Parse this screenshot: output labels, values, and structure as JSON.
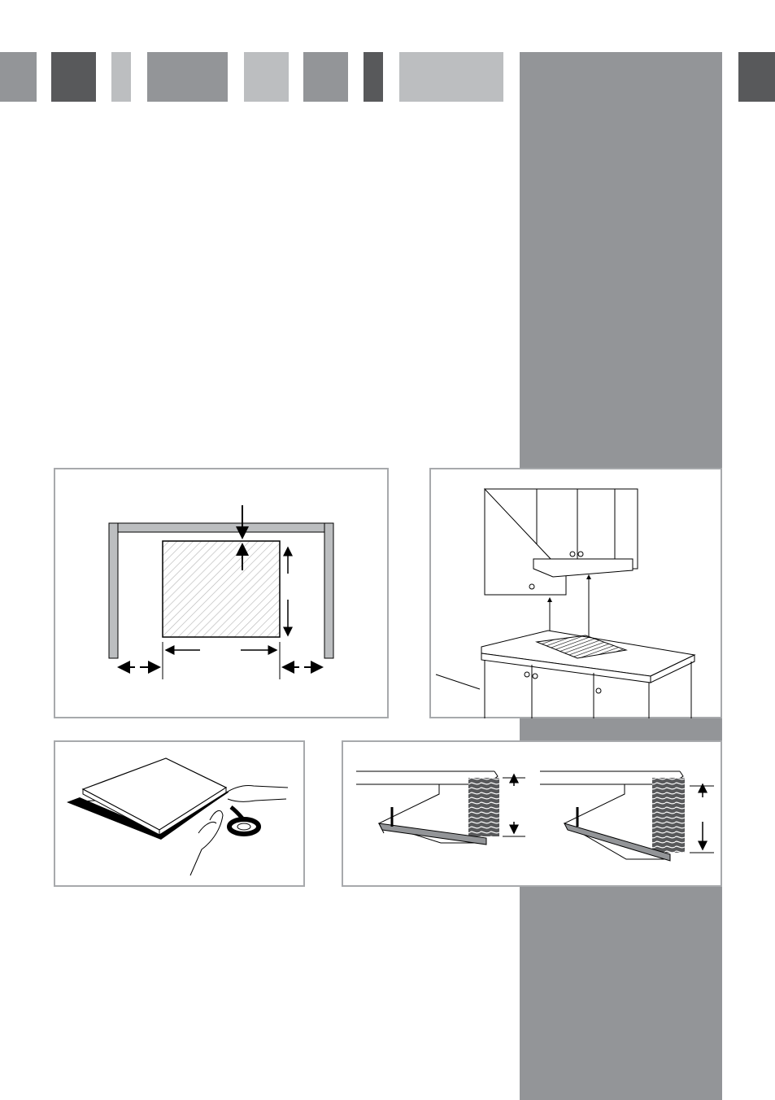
{
  "header": {
    "tabs": [
      {
        "name": "tab-1",
        "color": "#939598"
      },
      {
        "name": "tab-2",
        "color": "#58595b"
      },
      {
        "name": "tab-3",
        "color": "#bcbec0"
      },
      {
        "name": "tab-4",
        "color": "#939598"
      },
      {
        "name": "tab-5",
        "color": "#bcbec0"
      },
      {
        "name": "tab-6",
        "color": "#939598"
      },
      {
        "name": "tab-7",
        "color": "#58595b"
      },
      {
        "name": "tab-8",
        "color": "#bcbec0"
      },
      {
        "name": "tab-9",
        "color": "#58595b"
      }
    ]
  },
  "sidebar": {
    "color": "#939598"
  },
  "figures": {
    "cutout": {
      "icon": "cutout-dimensions-diagram"
    },
    "clearance": {
      "icon": "hood-clearance-illustration"
    },
    "seal": {
      "icon": "seal-application-illustration"
    },
    "brackets": {
      "icon": "fixing-bracket-diagram"
    }
  },
  "colors": {
    "accent_dark": "#58595b",
    "accent_mid": "#939598",
    "accent_light": "#bcbec0",
    "frame": "#a7a9ac"
  }
}
